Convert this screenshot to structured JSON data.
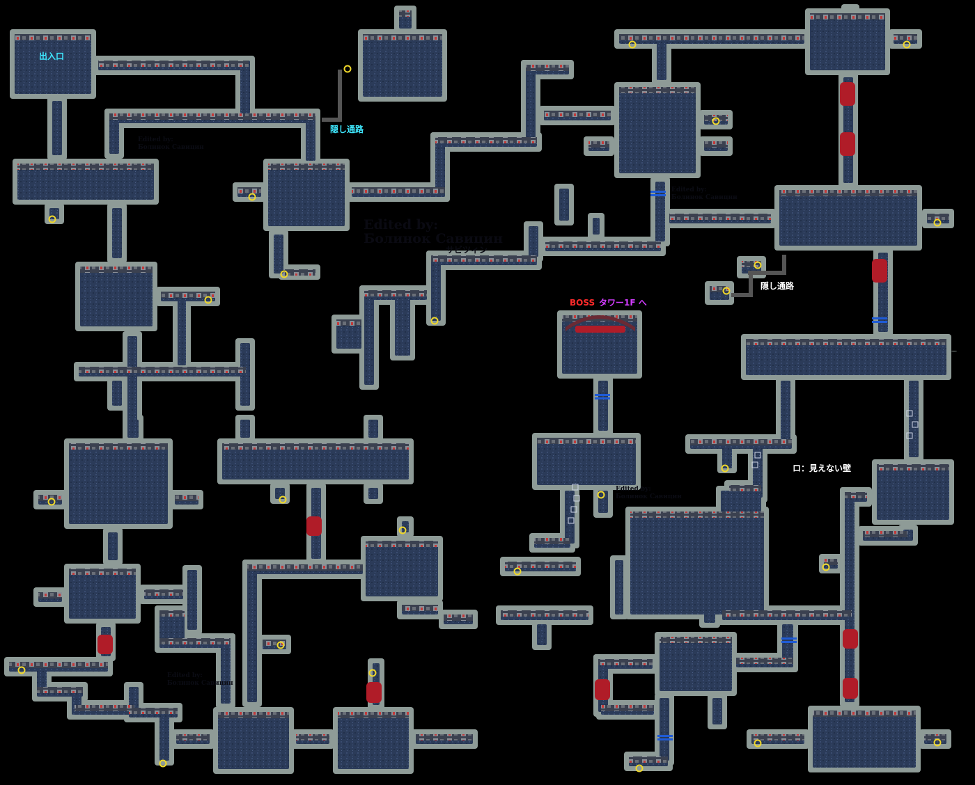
{
  "map": {
    "labels": {
      "entrance": "出入口",
      "hidden_passage_top": "隠し通路",
      "hidden_passage_right": "隠し通路",
      "boss": "BOSS",
      "tower": "タワー1F へ",
      "invisible_wall_legend": "ロ：見えない壁"
    },
    "watermark": {
      "line1": "Edited by:",
      "line2": "Болинок Савицин",
      "line3": "サビツィン",
      "small1": "Edited by:",
      "small2": "Болинок Савицин"
    },
    "colors": {
      "background": "#000000",
      "wall": "#8e9b97",
      "floor": "#2b3b59",
      "door_red": "#b01c28",
      "water_blue": "#1f5bd6",
      "marker": "#f0d82a",
      "hidden_path": "#555555"
    },
    "icons": [
      "treasure-marker-icon",
      "torch-wall-icon",
      "invisible-wall-icon"
    ]
  }
}
